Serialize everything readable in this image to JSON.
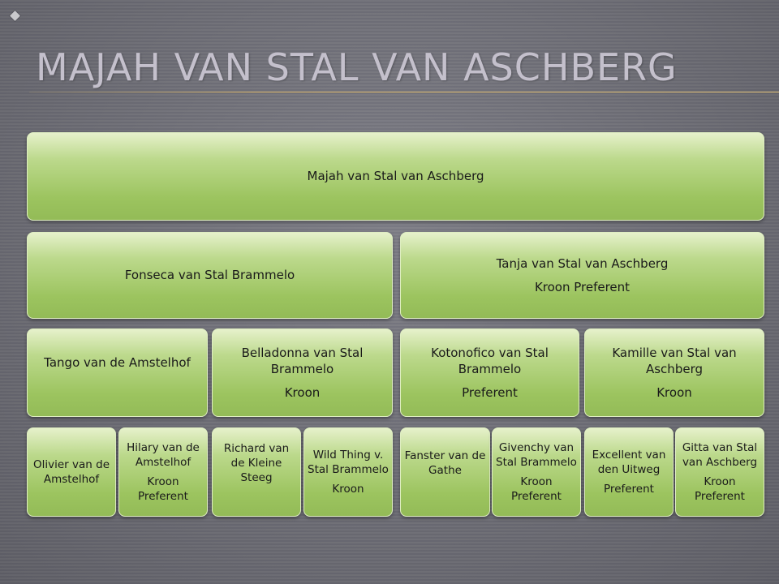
{
  "slide": {
    "title": "Majah van Stal van Aschberg"
  },
  "pedigree": {
    "root": {
      "name": "Majah van Stal van Aschberg"
    },
    "sire": {
      "name": "Fonseca van Stal Brammelo"
    },
    "dam": {
      "name": "Tanja van Stal van Aschberg",
      "predicate": "Kroon Preferent"
    },
    "grandparents": [
      {
        "name": "Tango van de Amstelhof",
        "predicate": ""
      },
      {
        "name": "Belladonna van Stal Brammelo",
        "predicate": "Kroon"
      },
      {
        "name": "Kotonofico van Stal Brammelo",
        "predicate": "Preferent"
      },
      {
        "name": "Kamille van Stal van Aschberg",
        "predicate": "Kroon"
      }
    ],
    "great_grandparents": [
      {
        "name": "Olivier van de Amstelhof",
        "predicate": ""
      },
      {
        "name": "Hilary van de Amstelhof",
        "predicate": "Kroon Preferent"
      },
      {
        "name": "Richard van de Kleine Steeg",
        "predicate": ""
      },
      {
        "name": "Wild Thing v. Stal Brammelo",
        "predicate": "Kroon"
      },
      {
        "name": "Fanster van de Gathe",
        "predicate": ""
      },
      {
        "name": "Givenchy van Stal Brammelo",
        "predicate": "Kroon Preferent"
      },
      {
        "name": "Excellent van den Uitweg",
        "predicate": "Preferent"
      },
      {
        "name": "Gitta van Stal van Aschberg",
        "predicate": "Kroon Preferent"
      }
    ]
  }
}
